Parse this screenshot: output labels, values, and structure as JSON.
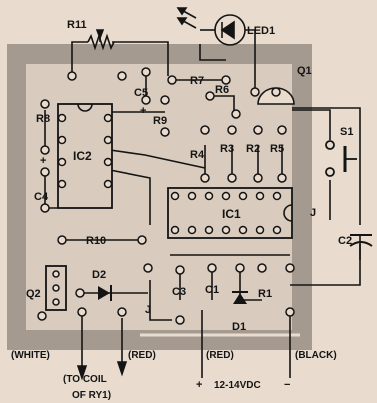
{
  "colors": {
    "background": "#e9dccf",
    "board_fill": "#d9cbbe",
    "board_frame": "#a59a90",
    "ink": "#141414"
  },
  "labels": {
    "r11": "R11",
    "led1": "LED1",
    "q1": "Q1",
    "r7": "R7",
    "r6": "R6",
    "c5": "C5",
    "r8": "R8",
    "ic2": "IC2",
    "r9": "R9",
    "r4": "R4",
    "r3": "R3",
    "r2": "R2",
    "r5": "R5",
    "s1": "S1",
    "c4": "C4",
    "ic1": "IC1",
    "j_right": "J",
    "c2": "C2",
    "r10": "R10",
    "q2": "Q2",
    "d2": "D2",
    "c3": "C3",
    "c1": "C1",
    "r1": "R1",
    "d1": "D1",
    "j_bottom": "J",
    "white": "(WHITE)",
    "red1": "(RED)",
    "red2": "(RED)",
    "black": "(BLACK)",
    "to_coil_1": "(TO COIL",
    "to_coil_2": "OF RY1)",
    "plus": "+",
    "supply": "12-14VDC",
    "minus": "−",
    "c4_plus": "+",
    "c5_plus": "+"
  }
}
